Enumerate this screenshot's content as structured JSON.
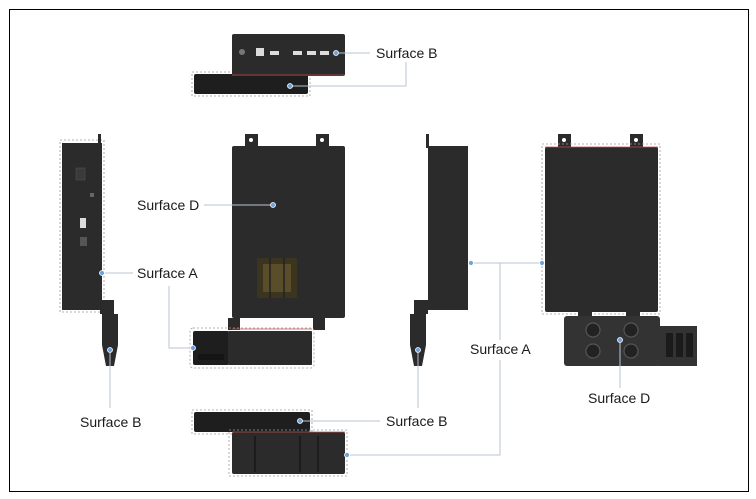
{
  "labels": {
    "surface_a": "Surface A",
    "surface_b": "Surface B",
    "surface_d": "Surface D"
  },
  "colors": {
    "device_body": "#2b2b2b",
    "leader_line": "#b8c4cf",
    "marker_dot": "#6fa3d8",
    "surface_edge": "#c0504d",
    "frame_border": "#000000"
  }
}
